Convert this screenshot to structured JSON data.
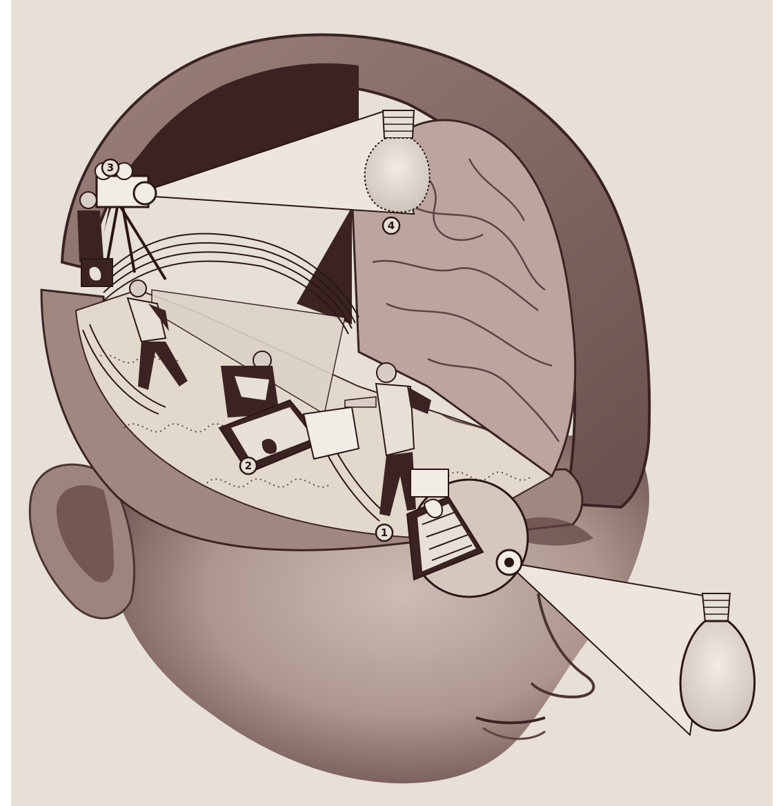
{
  "colors": {
    "paper": "#e6e0d7",
    "ink": "#2a1614",
    "skin_light": "#c8b6ad",
    "skin_mid": "#a88f86",
    "skin_dark": "#6f5350",
    "cavity_dark": "#3a2322",
    "beam": "#ece6de",
    "brain": "#bba59e"
  },
  "markers": [
    {
      "id": "1",
      "label": "1"
    },
    {
      "id": "2",
      "label": "2"
    },
    {
      "id": "3",
      "label": "3"
    },
    {
      "id": "4",
      "label": "4"
    }
  ],
  "icons": [
    "camera-icon",
    "tripod-icon",
    "light-bulb-icon",
    "film-strip-icon",
    "developing-tray-icon",
    "eye-lens-icon"
  ]
}
